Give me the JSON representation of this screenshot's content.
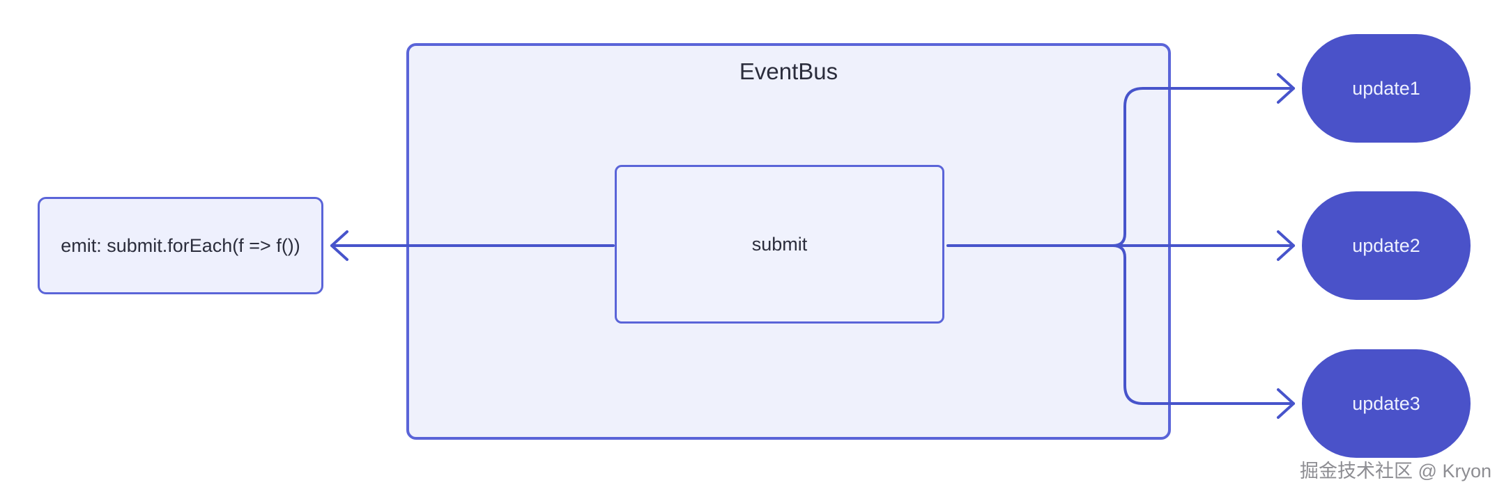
{
  "diagram": {
    "emit_box": {
      "label": "emit: submit.forEach(f => f())"
    },
    "event_bus": {
      "title": "EventBus",
      "inner_node": {
        "label": "submit"
      }
    },
    "subscribers": [
      {
        "label": "update1"
      },
      {
        "label": "update2"
      },
      {
        "label": "update3"
      }
    ],
    "watermark": "掘金技术社区 @ Kryon",
    "colors": {
      "line": "#4754cb",
      "border": "#5a64d8",
      "container_fill": "#eff1fc",
      "node_fill": "#4a52c9",
      "text_dark": "#2b2d3c",
      "text_light": "#eef1ff"
    }
  }
}
